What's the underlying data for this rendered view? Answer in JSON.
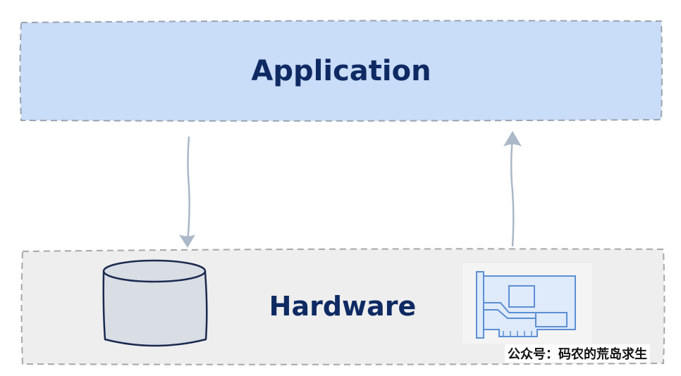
{
  "application_layer": {
    "label": "Application",
    "fill_color": "#c9dcf8",
    "border_color": "#9aa3ad"
  },
  "hardware_layer": {
    "label": "Hardware",
    "fill_color": "#eeeeee",
    "border_color": "#a7a7a7"
  },
  "arrows": {
    "color": "#aab8c8",
    "down_arrow": "application-to-hardware",
    "up_arrow": "hardware-to-application"
  },
  "icons": {
    "disk": "disk-cylinder-icon",
    "card": "expansion-card-icon",
    "disk_fill": "#d9dde4",
    "disk_stroke": "#1a2a4f",
    "card_stroke": "#5b8fd4",
    "card_fill": "#dfeafb"
  },
  "watermark": {
    "text": "公众号：码农的荒岛求生"
  }
}
